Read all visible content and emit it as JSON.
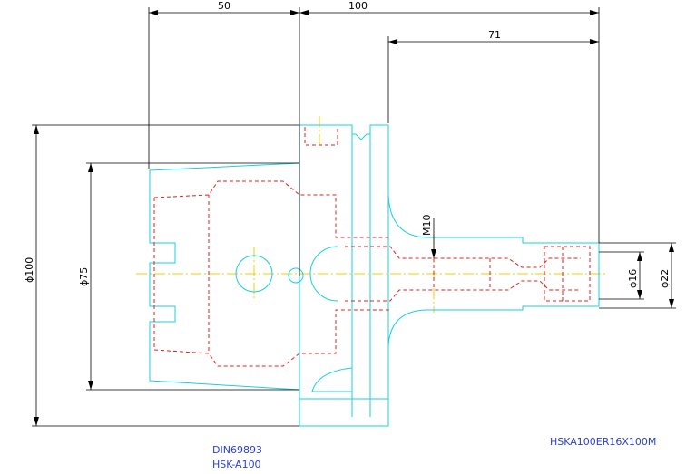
{
  "dimensions": {
    "top_left": "50",
    "top_right": "100",
    "upper": "71",
    "dia_outer": "ϕ100",
    "dia_inner": "ϕ75",
    "thread": "M10",
    "dia_16": "ϕ16",
    "dia_22": "ϕ22"
  },
  "notes": {
    "standard": "DIN69893",
    "interface": "HSK-A100",
    "part_number": "HSKA100ER16X100M"
  },
  "colors": {
    "outline": "#18d0e0",
    "hidden": "#e02020",
    "centerline": "#e8d000",
    "dimension": "#000000",
    "note": "#2a3fd0"
  }
}
